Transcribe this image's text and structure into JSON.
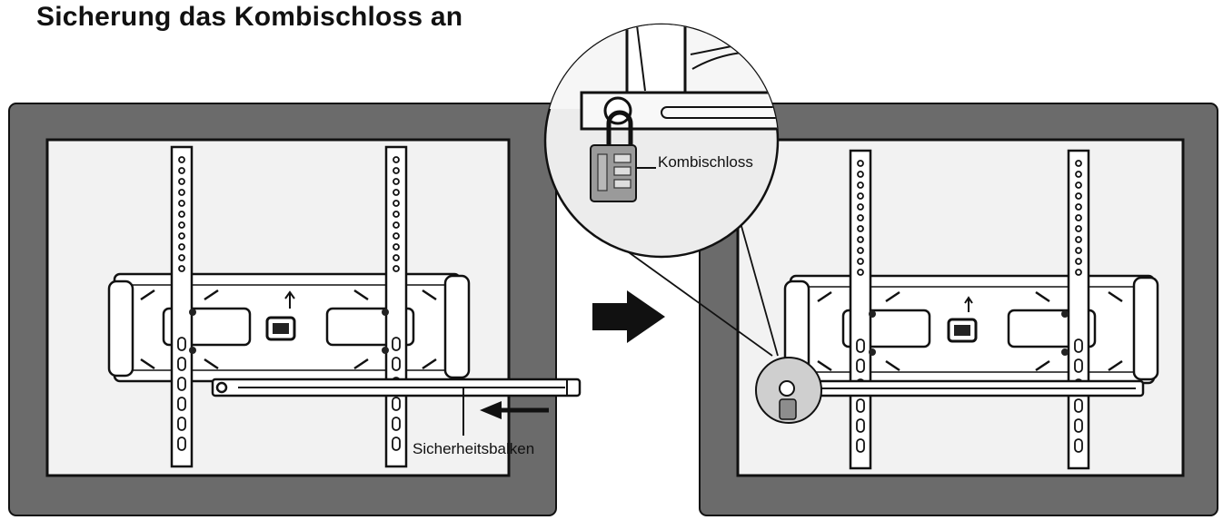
{
  "title": "Sicherung das Kombischloss an",
  "labels": {
    "combination_lock": "Kombischloss",
    "safety_bar": "Sicherheitsbalken"
  },
  "colors": {
    "tv_frame": "#6a6a6a",
    "tv_screen": "#efefef",
    "line": "#111111",
    "lock_body": "#9a9a9a"
  },
  "icons": [
    "arrow-right-icon",
    "arrow-left-icon",
    "up-arrow-icon",
    "combination-lock-icon"
  ]
}
